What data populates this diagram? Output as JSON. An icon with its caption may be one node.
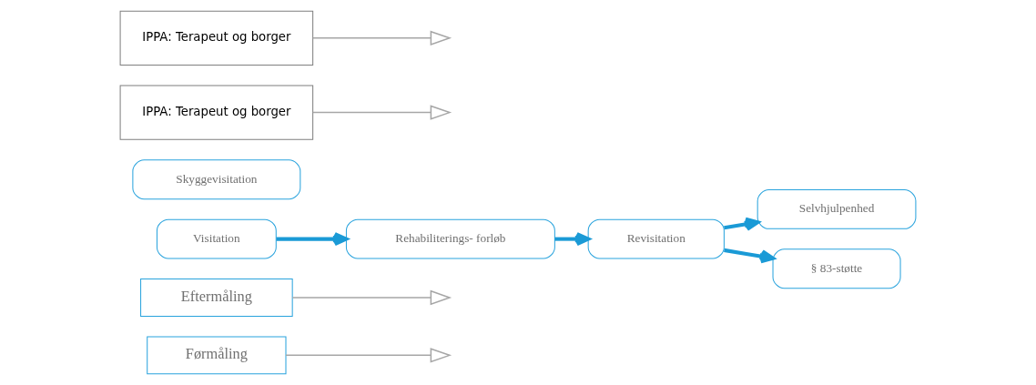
{
  "diagram": {
    "nodes": [
      {
        "text": [
          "Førmåling"
        ]
      },
      {
        "text": [
          "Eftermåling"
        ]
      },
      {
        "text": [
          "Visitation"
        ]
      },
      {
        "text": [
          "Skyggevisitation"
        ]
      },
      {
        "text": [
          "Rehabiliterings- forløb"
        ]
      },
      {
        "text": [
          "Revisitation"
        ]
      },
      {
        "text": [
          "Selvhjulpenhed"
        ]
      },
      {
        "text": [
          "§ 83-støtte"
        ]
      },
      {
        "text": [
          "IPPA: Terapeut og borger"
        ]
      },
      {
        "text": [
          "IPPA: Terapeut og borger"
        ]
      }
    ],
    "edges": [
      {
        "from": 2,
        "to": 4,
        "arrow": "to",
        "style": "thick",
        "color": "#1a9ad6"
      },
      {
        "from": 4,
        "to": 5,
        "arrow": "to",
        "style": "thick",
        "color": "#1a9ad6"
      },
      {
        "from": 5,
        "to": 6,
        "arrow": "to",
        "style": "thick",
        "color": "#1a9ad6"
      },
      {
        "from": 5,
        "to": 7,
        "arrow": "to",
        "style": "thick",
        "color": "#1a9ad6"
      },
      {
        "from": 0,
        "to": null,
        "arrow": "to",
        "color": "#a6a6a6"
      },
      {
        "from": 1,
        "to": null,
        "arrow": "to",
        "color": "#a6a6a6"
      },
      {
        "from": 8,
        "to": null,
        "arrow": "to",
        "color": "#a6a6a6"
      },
      {
        "from": 9,
        "to": null,
        "arrow": "to",
        "color": "#a6a6a6"
      }
    ]
  }
}
